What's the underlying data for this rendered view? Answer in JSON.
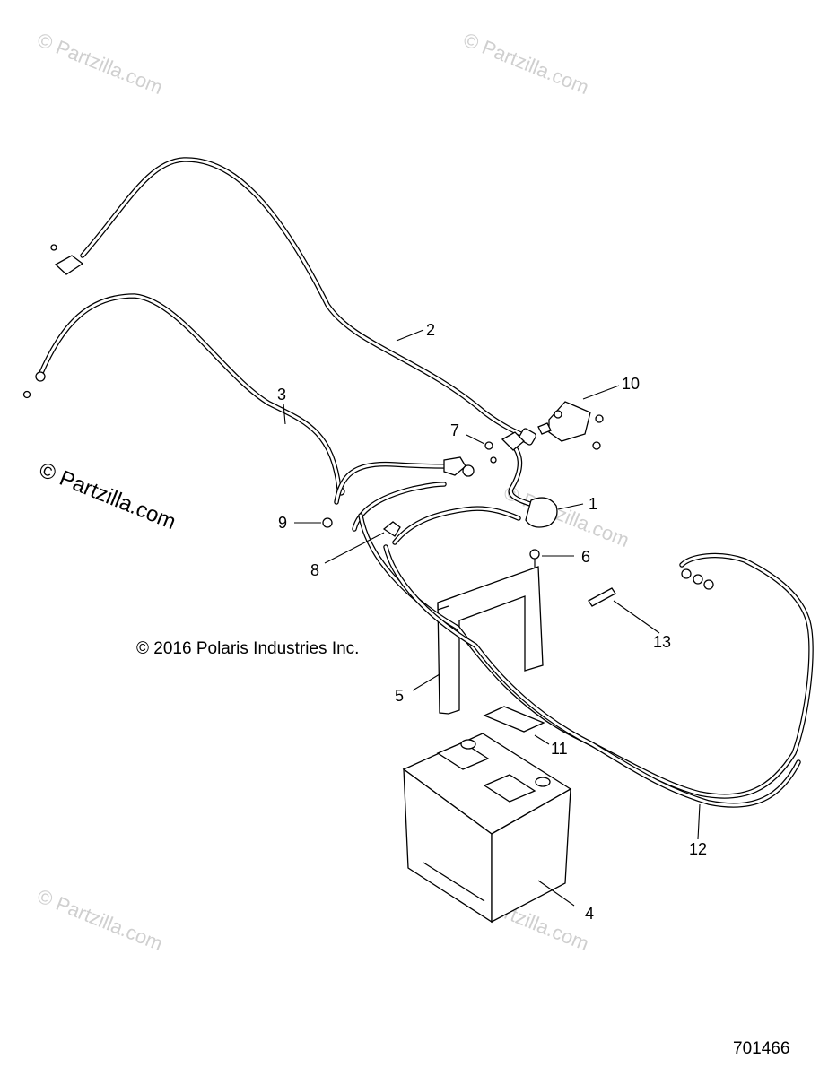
{
  "copyright": "© 2016 Polaris Industries Inc.",
  "watermark_big": "© Partzilla.com",
  "watermark_small": "© Partzilla.com",
  "document_number": "701466",
  "callouts": [
    "1",
    "2",
    "3",
    "4",
    "5",
    "6",
    "7",
    "8",
    "9",
    "10",
    "11",
    "12",
    "13"
  ],
  "colors": {
    "line": "#000000",
    "watermark": "#cfcfcf",
    "background": "#ffffff"
  }
}
